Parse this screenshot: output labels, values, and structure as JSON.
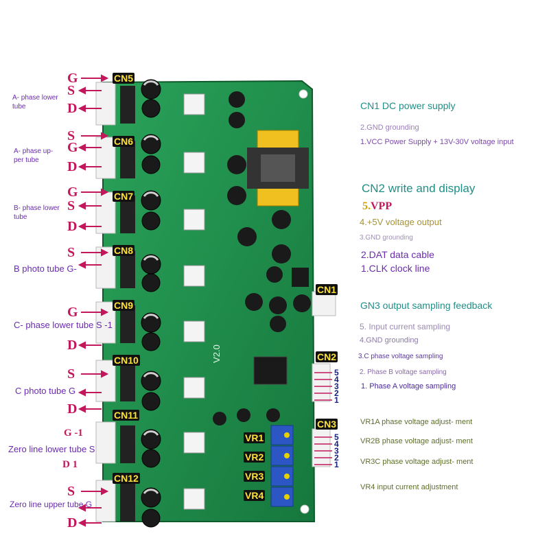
{
  "connectors": [
    "CN5",
    "CN6",
    "CN7",
    "CN8",
    "CN9",
    "CN10",
    "CN11",
    "CN12",
    "CN1",
    "CN2",
    "CN3"
  ],
  "trimmers": [
    "VR1",
    "VR2",
    "VR3",
    "VR4"
  ],
  "board_text": {
    "version": "V2.0"
  },
  "left": {
    "a_lower": "A- phase lower tube",
    "a_upper": "A- phase up- per tube",
    "b_lower": "B- phase lower tube",
    "b_photo": "B photo tube G-",
    "c_lower": "C- phase lower tube S -1",
    "c_photo": "C photo tube G",
    "g1": "G -1",
    "zero_lower": "Zero line lower tube S",
    "d1": "D 1",
    "zero_upper": "Zero line upper tube G"
  },
  "pins": {
    "g": "G",
    "s": "S",
    "d": "D"
  },
  "right": {
    "cn1_title": "CN1 DC power supply",
    "cn1_2": "2.GND grounding",
    "cn1_1": "1.VCC Power Supply + 13V-30V voltage input",
    "cn2_title": "CN2 write and display",
    "cn2_5_num": "5.",
    "cn2_5_txt": "VPP",
    "cn2_4": "4.+5V voltage output",
    "cn2_3": "3.GND grounding",
    "cn2_2": "2.DAT data cable",
    "cn2_1": "1.CLK clock line",
    "gn3_title": "GN3 output sampling feedback",
    "gn3_5": "5. Input current sampling",
    "gn3_4": "4.GND grounding",
    "gn3_3": "3.C phase voltage sampling",
    "gn3_2": "2. Phase B voltage sampling",
    "gn3_1": "1. Phase A voltage sampling",
    "vr1": "VR1A phase voltage adjust- ment",
    "vr2": "VR2B phase voltage adjust- ment",
    "vr3": "VR3C phase voltage adjust- ment",
    "vr4": "VR4 input current adjustment"
  },
  "pin_numbers": [
    "5",
    "4",
    "3",
    "2",
    "1"
  ],
  "colors": {
    "pcb": "#1f8a4c",
    "pin_label": "#c2185b",
    "tag_bg": "#111111",
    "tag_fg": "#ffe23a"
  }
}
